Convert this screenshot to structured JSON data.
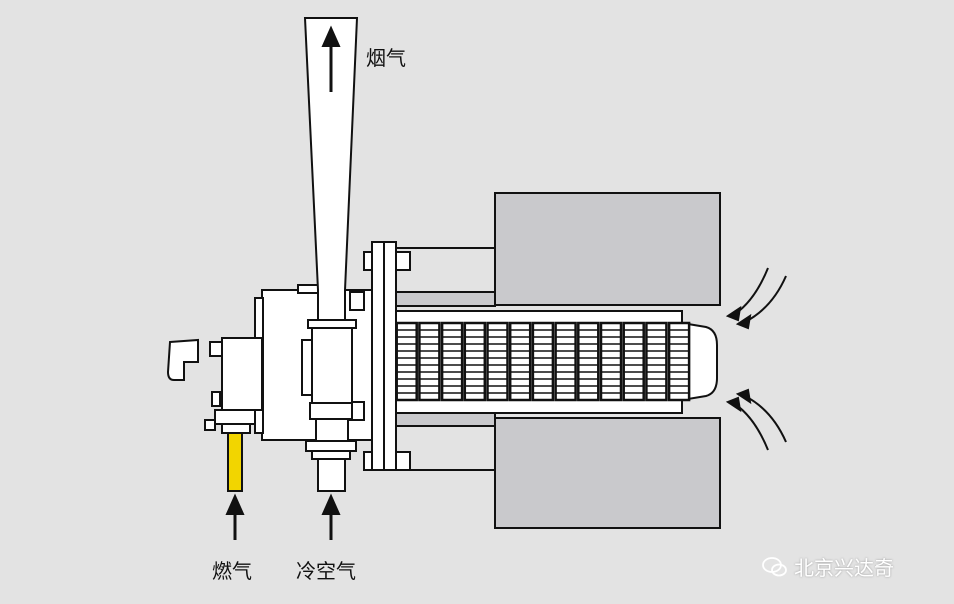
{
  "labels": {
    "flue_gas": "烟气",
    "fuel_gas": "燃气",
    "cold_air": "冷空气"
  },
  "watermark": {
    "text": "北京兴达奇",
    "icon": "wechat-icon"
  },
  "colors": {
    "background": "#e3e3e3",
    "wall": "#c9c9cc",
    "gas_pipe": "#f2d500",
    "line": "#111111"
  }
}
